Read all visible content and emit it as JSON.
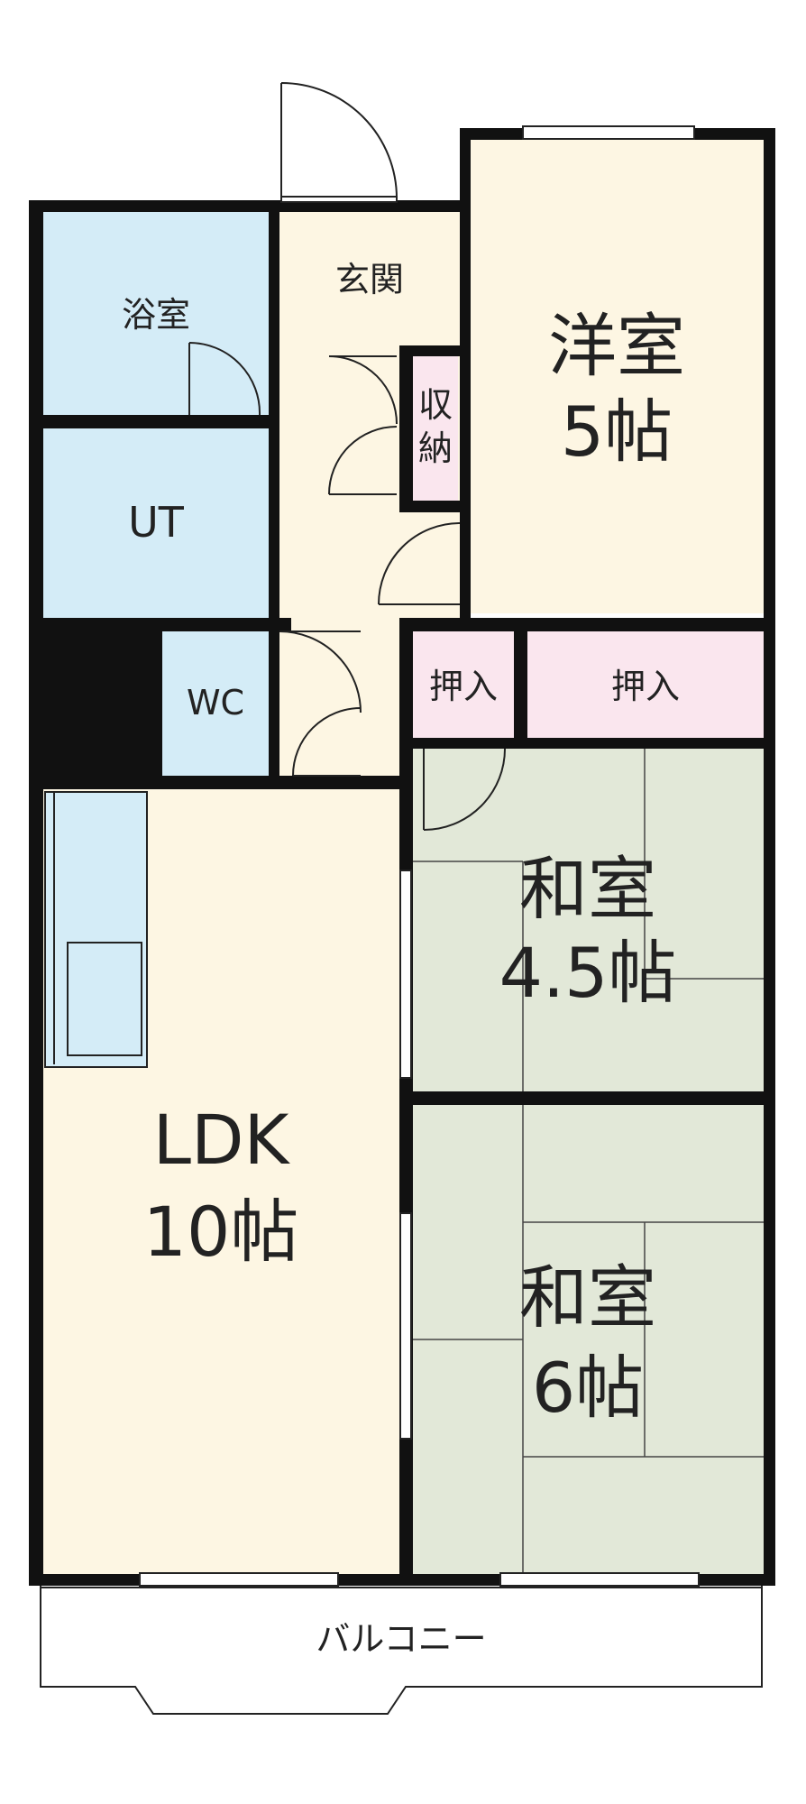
{
  "colors": {
    "bath": "#d4ecf7",
    "western": "#fdf6e3",
    "closet": "#fae6ee",
    "tatami": "#e2e8d8",
    "ldk": "#fdf6e3",
    "wall": "#111111"
  },
  "rooms": {
    "bath": "浴室",
    "entrance": "玄関",
    "storage_line1": "収",
    "storage_line2": "納",
    "western_name": "洋室",
    "western_size": "5帖",
    "ut": "UT",
    "wc": "WC",
    "closet_left": "押入",
    "closet_right": "押入",
    "washitsu_a_name": "和室",
    "washitsu_a_size": "4.5帖",
    "ldk_name": "LDK",
    "ldk_size": "10帖",
    "washitsu_b_name": "和室",
    "washitsu_b_size": "6帖",
    "balcony": "バルコニー"
  }
}
